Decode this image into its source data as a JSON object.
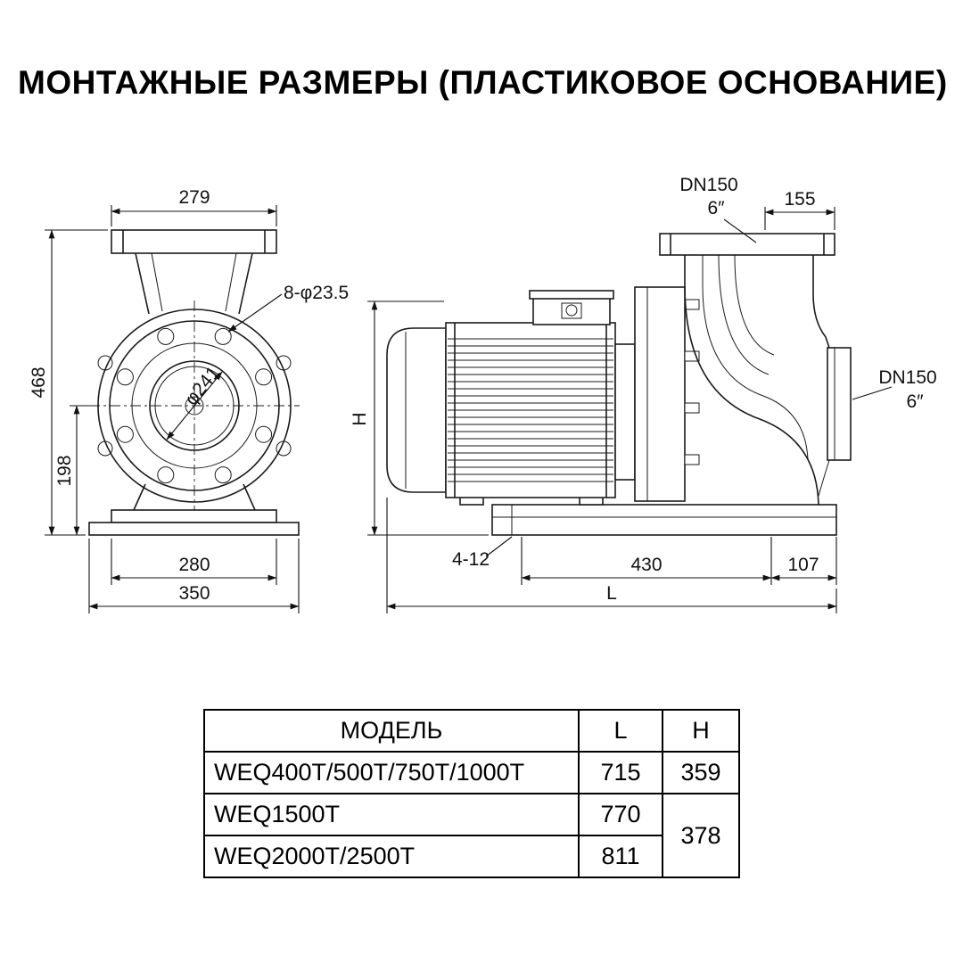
{
  "title": "МОНТАЖНЫЕ РАЗМЕРЫ (ПЛАСТИКОВОЕ ОСНОВАНИЕ)",
  "front_view": {
    "dim_top_flange_width": "279",
    "dim_total_height": "468",
    "dim_center_to_base": "198",
    "dim_bolt_holes": "8-φ23.5",
    "dim_inner_diameter": "φ241",
    "dim_base_width_inner": "280",
    "dim_base_width_outer": "350"
  },
  "side_view": {
    "label_top_flange_dn": "DN150",
    "label_top_flange_inch": "6″",
    "dim_flange_to_edge": "155",
    "dim_height_label": "H",
    "label_right_flange_dn": "DN150",
    "label_right_flange_inch": "6″",
    "label_base_slot": "4-12",
    "dim_base_length": "430",
    "dim_base_overhang": "107",
    "dim_total_length_label": "L"
  },
  "table": {
    "headers": [
      "МОДЕЛЬ",
      "L",
      "H"
    ],
    "rows": [
      {
        "model": "WEQ400T/500T/750T/1000T",
        "l": "715",
        "h": "359"
      },
      {
        "model": "WEQ1500T",
        "l": "770",
        "h": "378"
      },
      {
        "model": "WEQ2000T/2500T",
        "l": "811"
      }
    ]
  }
}
